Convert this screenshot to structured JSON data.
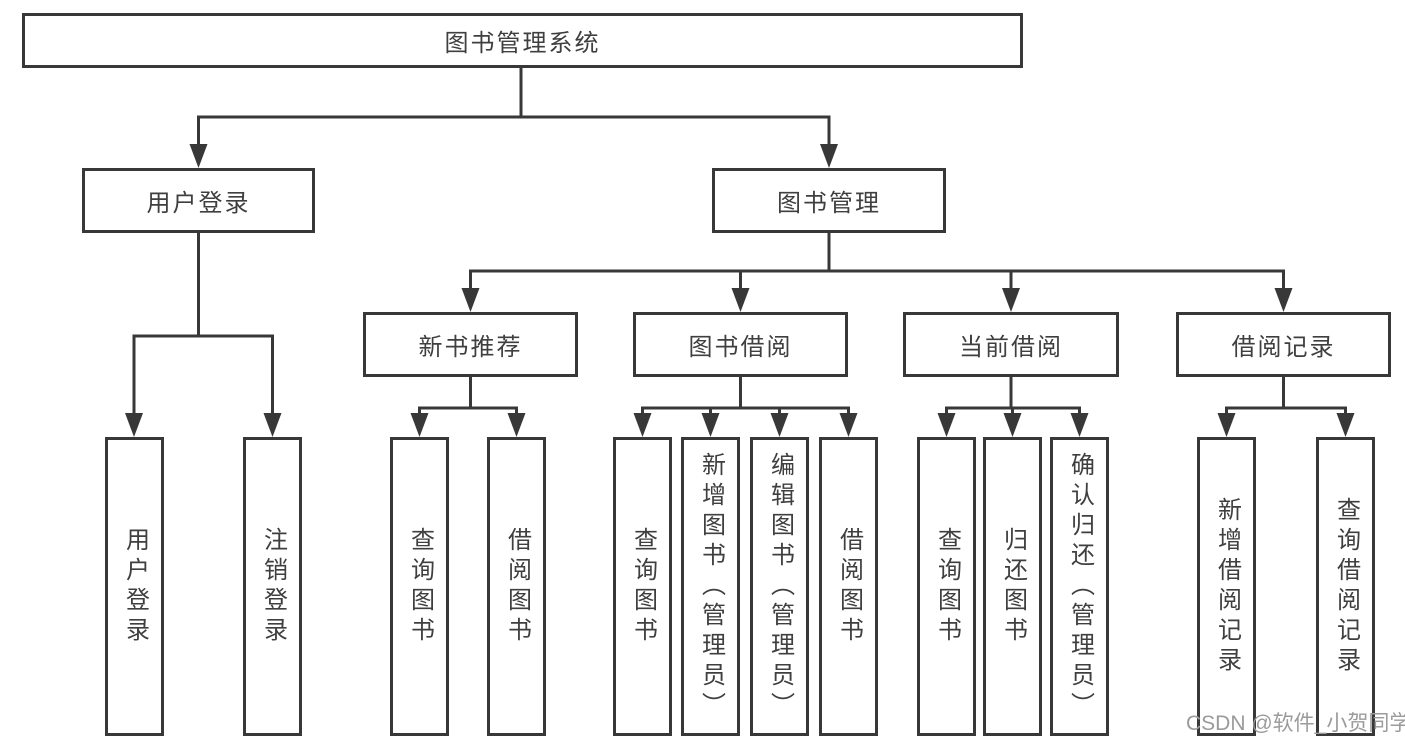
{
  "tree": {
    "root": {
      "label": "图书管理系统",
      "children": [
        {
          "label": "用户登录",
          "children": [
            {
              "label": "用户登录"
            },
            {
              "label": "注销登录"
            }
          ]
        },
        {
          "label": "图书管理",
          "children": [
            {
              "label": "新书推荐",
              "children": [
                {
                  "label": "查询图书"
                },
                {
                  "label": "借阅图书"
                }
              ]
            },
            {
              "label": "图书借阅",
              "children": [
                {
                  "label": "查询图书"
                },
                {
                  "label": "新增图书（管理员）"
                },
                {
                  "label": "编辑图书（管理员）"
                },
                {
                  "label": "借阅图书"
                }
              ]
            },
            {
              "label": "当前借阅",
              "children": [
                {
                  "label": "查询图书"
                },
                {
                  "label": "归还图书"
                },
                {
                  "label": "确认归还（管理员）"
                }
              ]
            },
            {
              "label": "借阅记录",
              "children": [
                {
                  "label": "新增借阅记录"
                },
                {
                  "label": "查询借阅记录"
                }
              ]
            }
          ]
        }
      ]
    }
  },
  "watermark": {
    "text": "CSDN @软件_小贺同学"
  },
  "colors": {
    "line": "#383838",
    "text": "#3f3f3f",
    "watermark": "#9b9b9b",
    "background": "#ffffff"
  }
}
